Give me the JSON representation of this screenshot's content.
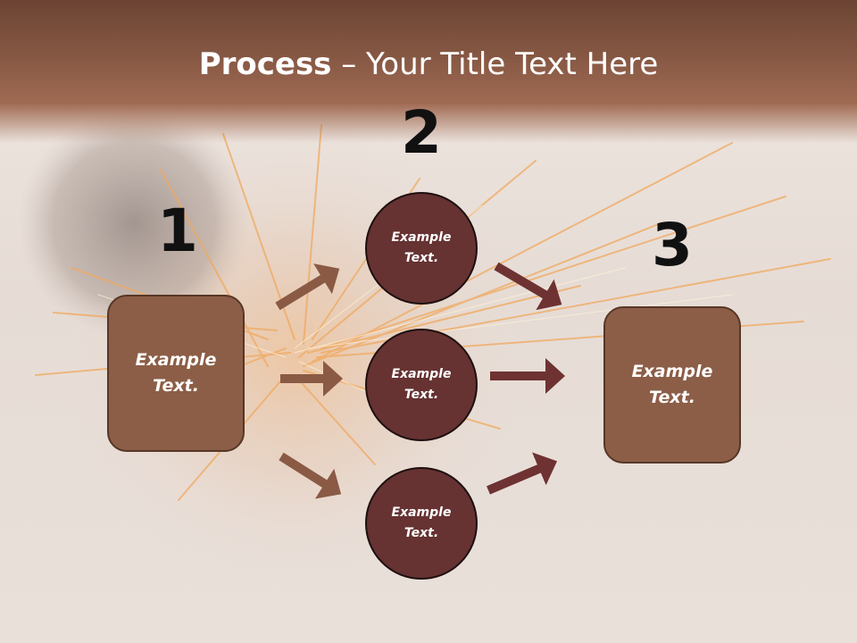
{
  "title": {
    "bold": "Process",
    "rest": " – Your Title Text Here"
  },
  "steps": [
    {
      "number": "1",
      "text": "Example Text."
    },
    {
      "number": "2",
      "circles": [
        "Example Text.",
        "Example Text.",
        "Example Text."
      ]
    },
    {
      "number": "3",
      "text": "Example Text."
    }
  ],
  "colors": {
    "box_fill": "#8c5e47",
    "circle_fill": "#663232",
    "arrow_left": "#8a5a45",
    "arrow_right": "#6e3232",
    "title_band": "#865844"
  }
}
